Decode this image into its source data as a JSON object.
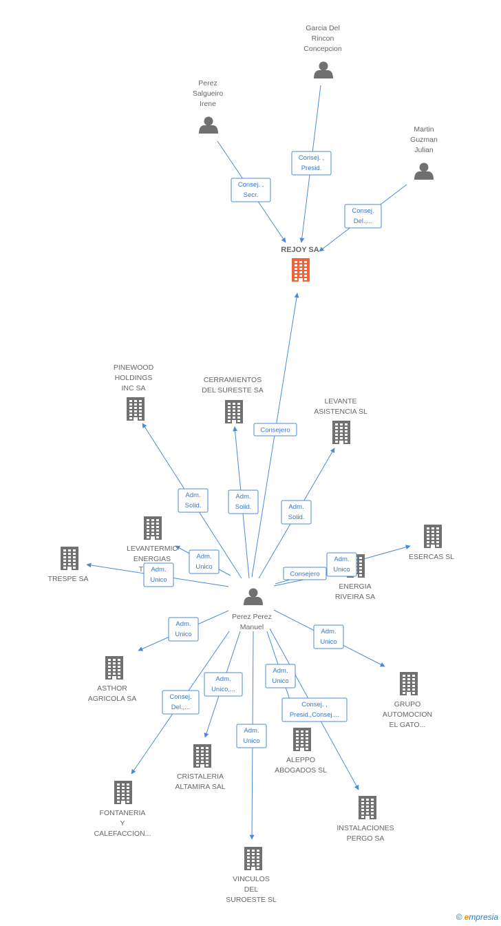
{
  "colors": {
    "edge": "#4a8ad8",
    "node_icon": "#707070",
    "focus_icon": "#f0623a",
    "label": "#666666"
  },
  "focus_company": {
    "id": "rejoy",
    "label": [
      "REJOY SA"
    ],
    "icon": "building-icon"
  },
  "nodes": [
    {
      "id": "garcia",
      "type": "person",
      "label": [
        "Garcia Del",
        "Rincon",
        "Concepcion"
      ]
    },
    {
      "id": "salgueiro",
      "type": "person",
      "label": [
        "Perez",
        "Salgueiro",
        "Irene"
      ]
    },
    {
      "id": "guzman",
      "type": "person",
      "label": [
        "Martin",
        "Guzman",
        "Julian"
      ]
    },
    {
      "id": "manuel",
      "type": "person",
      "label": [
        "Perez Perez",
        "Manuel"
      ]
    },
    {
      "id": "pinewood",
      "type": "company",
      "label": [
        "PINEWOOD",
        "HOLDINGS",
        "INC SA"
      ]
    },
    {
      "id": "cerramientos",
      "type": "company",
      "label": [
        "CERRAMIENTOS",
        "DEL SURESTE SA"
      ]
    },
    {
      "id": "levante",
      "type": "company",
      "label": [
        "LEVANTE",
        "ASISTENCIA SL"
      ]
    },
    {
      "id": "levantermic",
      "type": "company",
      "label": [
        "LEVANTERMIC",
        "ENERGIAS",
        "TERM..."
      ]
    },
    {
      "id": "trespe",
      "type": "company",
      "label": [
        "TRESPE SA"
      ]
    },
    {
      "id": "esercas",
      "type": "company",
      "label": [
        "ESERCAS SL"
      ]
    },
    {
      "id": "energia",
      "type": "company",
      "label": [
        "ENERGIA",
        "RIVEIRA SA"
      ]
    },
    {
      "id": "asthor",
      "type": "company",
      "label": [
        "ASTHOR",
        "AGRICOLA SA"
      ]
    },
    {
      "id": "grupo",
      "type": "company",
      "label": [
        "GRUPO",
        "AUTOMOCION",
        "EL GATO..."
      ]
    },
    {
      "id": "cristaleria",
      "type": "company",
      "label": [
        "CRISTALERIA",
        "ALTAMIRA SAL"
      ]
    },
    {
      "id": "aleppo",
      "type": "company",
      "label": [
        "ALEPPO",
        "ABOGADOS  SL"
      ]
    },
    {
      "id": "fontaneria",
      "type": "company",
      "label": [
        "FONTANERIA",
        "Y",
        "CALEFACCION..."
      ]
    },
    {
      "id": "instalaciones",
      "type": "company",
      "label": [
        "INSTALACIONES",
        "PERGO SA"
      ]
    },
    {
      "id": "vinculos",
      "type": "company",
      "label": [
        "VINCULOS",
        "DEL",
        "SUROESTE SL"
      ]
    }
  ],
  "edges": [
    {
      "from": "garcia",
      "to": "rejoy",
      "label": [
        "Consej. ,",
        "Presid."
      ]
    },
    {
      "from": "salgueiro",
      "to": "rejoy",
      "label": [
        "Consej. ,",
        "Secr."
      ]
    },
    {
      "from": "guzman",
      "to": "rejoy",
      "label": [
        "Consej.",
        "Del.,..."
      ]
    },
    {
      "from": "manuel",
      "to": "rejoy",
      "label": [
        "Consejero"
      ]
    },
    {
      "from": "manuel",
      "to": "pinewood",
      "label": [
        "Adm.",
        "Solid."
      ]
    },
    {
      "from": "manuel",
      "to": "cerramientos",
      "label": [
        "Adm.",
        "Solid."
      ]
    },
    {
      "from": "manuel",
      "to": "levante",
      "label": [
        "Adm.",
        "Solid."
      ]
    },
    {
      "from": "manuel",
      "to": "levantermic",
      "label": [
        "Adm.",
        "Unico"
      ]
    },
    {
      "from": "manuel",
      "to": "trespe",
      "label": [
        "Adm.",
        "Unico"
      ]
    },
    {
      "from": "manuel",
      "to": "esercas",
      "label": [
        "Adm.",
        "Unico"
      ]
    },
    {
      "from": "manuel",
      "to": "energia",
      "label": [
        "Consejero"
      ]
    },
    {
      "from": "manuel",
      "to": "asthor",
      "label": [
        "Adm.",
        "Unico"
      ]
    },
    {
      "from": "manuel",
      "to": "grupo",
      "label": [
        "Adm.",
        "Unico"
      ]
    },
    {
      "from": "manuel",
      "to": "cristaleria",
      "label": [
        "Adm.",
        "Unico,..."
      ]
    },
    {
      "from": "manuel",
      "to": "aleppo",
      "label": [
        "Adm.",
        "Unico"
      ]
    },
    {
      "from": "manuel",
      "to": "fontaneria",
      "label": [
        "Consej.",
        "Del.,..."
      ]
    },
    {
      "from": "manuel",
      "to": "instalaciones",
      "label": [
        "Consej. ,",
        "Presid.,Consej...."
      ]
    },
    {
      "from": "manuel",
      "to": "vinculos",
      "label": [
        "Adm.",
        "Unico"
      ]
    }
  ],
  "footer": {
    "copyright": "©",
    "brand_initial": "e",
    "brand_rest": "mpresia"
  }
}
